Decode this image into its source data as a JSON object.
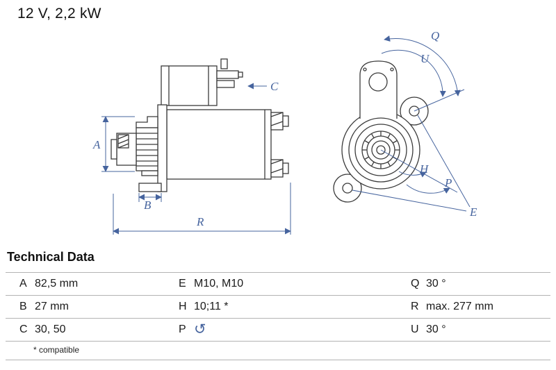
{
  "title": "12 V, 2,2 kW",
  "colors": {
    "accent_blue": "#46649e",
    "line_dark": "#3a3a3a",
    "table_border": "#b3b3b3"
  },
  "diagram": {
    "side_view_labels": {
      "A": "A",
      "B": "B",
      "C": "C",
      "R": "R"
    },
    "end_view_labels": {
      "Q": "Q",
      "U": "U",
      "H": "H",
      "P": "P",
      "E": "E"
    }
  },
  "icons": {
    "rotation_direction": "↺"
  },
  "table": {
    "heading": "Technical Data",
    "rows": [
      [
        "A",
        "82,5 mm",
        "E",
        "M10, M10",
        "Q",
        "30 °"
      ],
      [
        "B",
        "27 mm",
        "H",
        "10;11 *",
        "R",
        "max. 277 mm"
      ],
      [
        "C",
        "30, 50",
        "P",
        "",
        "U",
        "30 °"
      ]
    ],
    "footnote": "* compatible"
  }
}
